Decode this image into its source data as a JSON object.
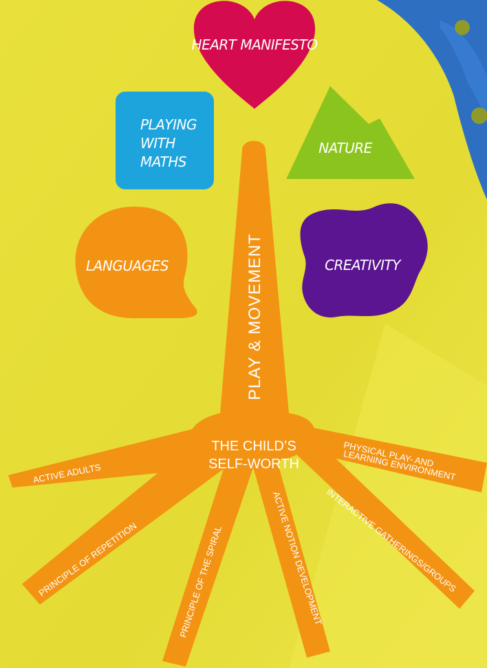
{
  "colors": {
    "background": "#e7e03a",
    "orange": "#f39314",
    "heart": "#d40b4f",
    "maths": "#1ea4dc",
    "nature": "#8cc41f",
    "creativity": "#5b1590",
    "dice": "#2f6fc2"
  },
  "domains": {
    "heart": "HEART MANIFESTO",
    "maths_line1": "PLAYING",
    "maths_line2": "WITH",
    "maths_line3": "MATHS",
    "nature": "NATURE",
    "languages": "LANGUAGES",
    "creativity": "CREATIVITY"
  },
  "trunk_label": "PLAY & MOVEMENT",
  "core": {
    "line1": "THE CHILD’S",
    "line2": "SELF-WORTH"
  },
  "roots": {
    "active_adults": "ACTIVE ADULTS",
    "repetition": "PRINCIPLE OF REPETITION",
    "spiral": "PRINCIPLE OF THE SPIRAL",
    "notion": "ACTIVE NOTION DEVELOPMENT",
    "gatherings": "INTERACTIVE GATHERINGS/GROUPS",
    "physical_line1": "PHYSICAL PLAY- AND",
    "physical_line2": "LEARNING ENVIRONMENT"
  }
}
